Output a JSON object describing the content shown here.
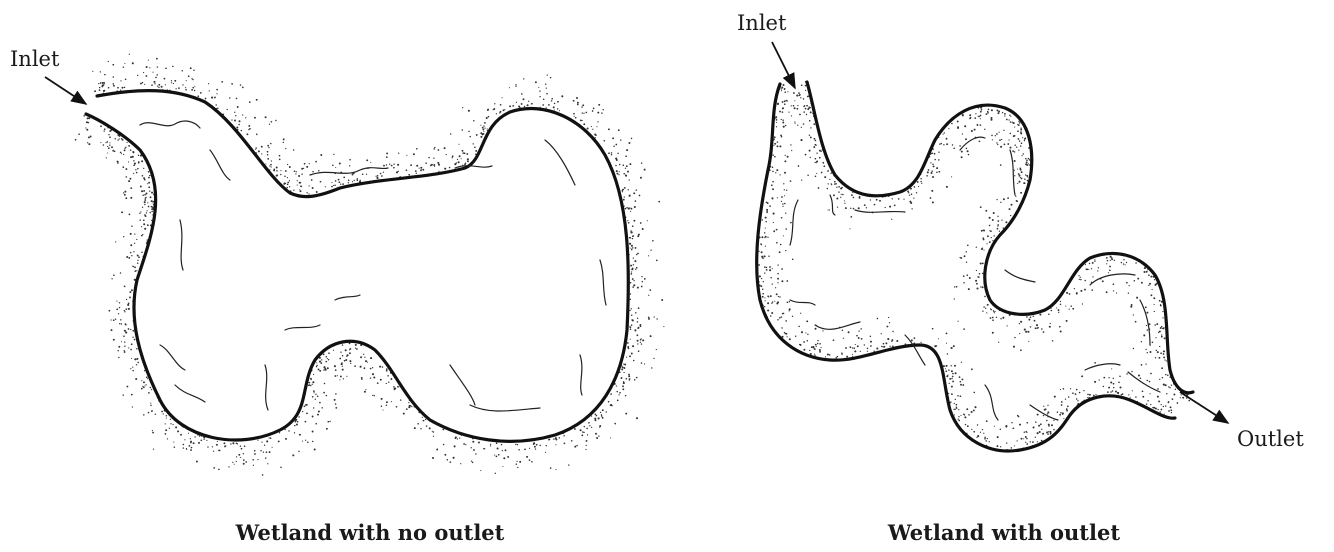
{
  "left_diagram": {
    "inlet_label": "Inlet",
    "caption": "Wetland with no outlet"
  },
  "right_diagram": {
    "inlet_label": "Inlet",
    "outlet_label": "Outlet",
    "caption": "Wetland with outlet"
  },
  "colors": {
    "shoreline": "#111111",
    "stipple": "#333333",
    "background": "#ffffff"
  }
}
